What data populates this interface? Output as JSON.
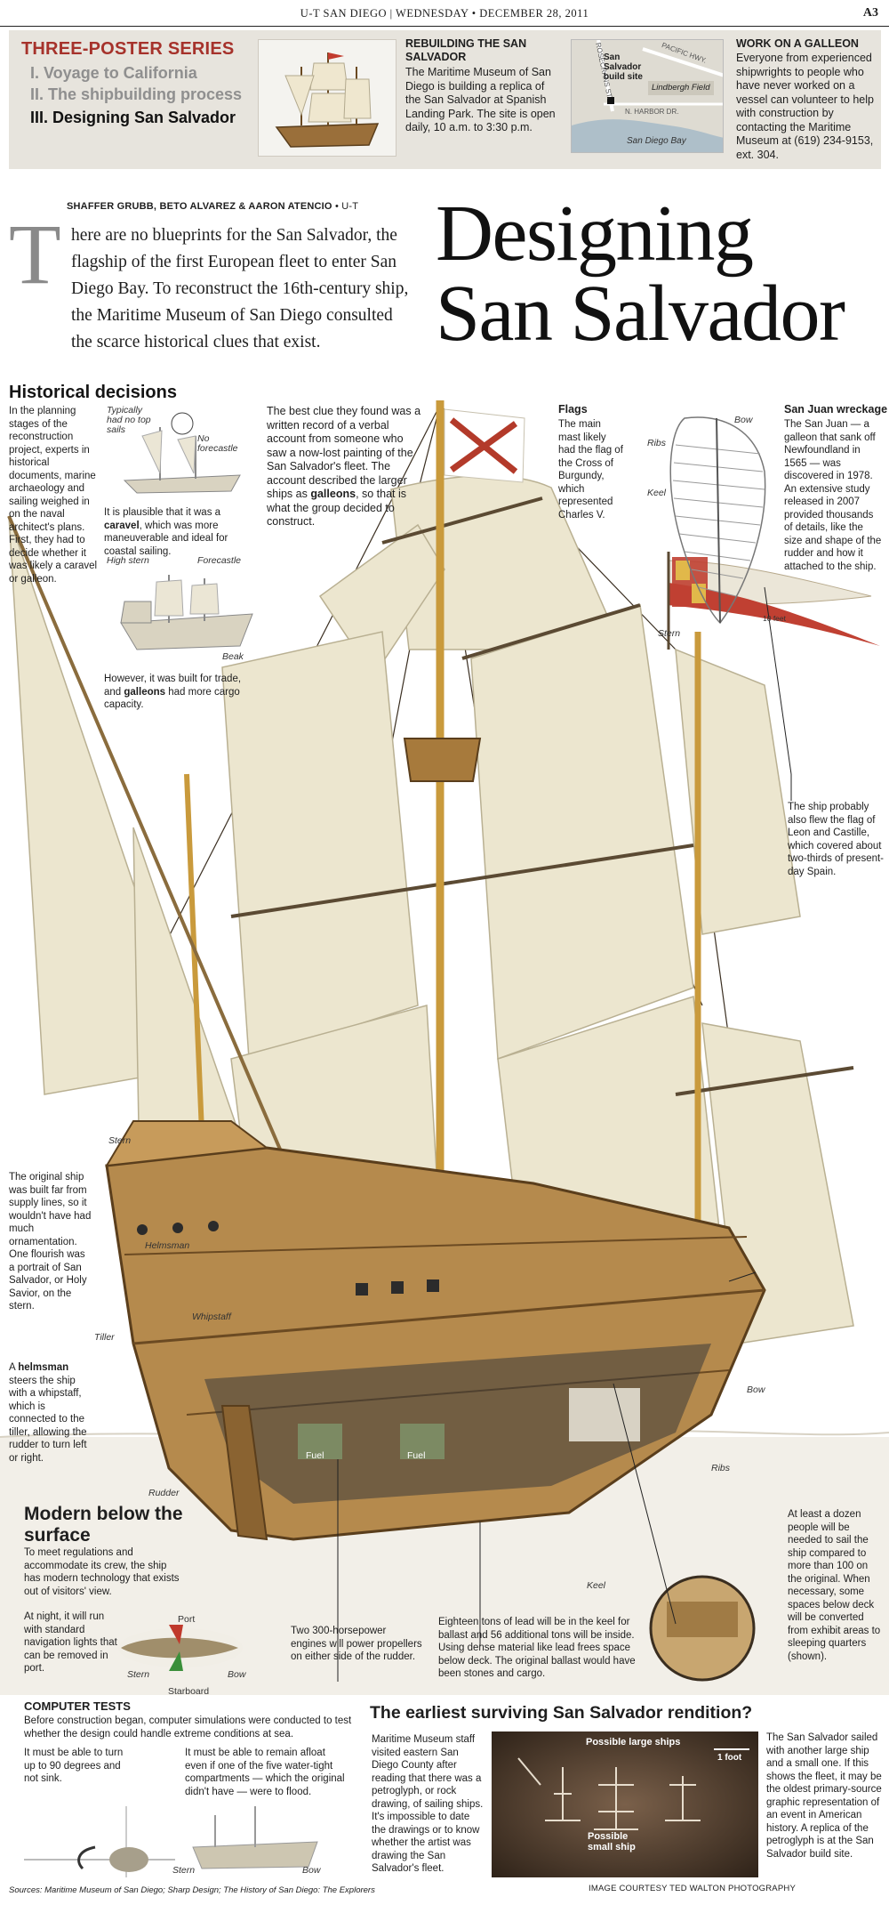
{
  "folio": {
    "center": "U-T SAN DIEGO  |  WEDNESDAY • DECEMBER 28, 2011",
    "page": "A3"
  },
  "banner": {
    "series_title": "THREE-POSTER SERIES",
    "items": [
      "I. Voyage to California",
      "II. The shipbuilding process",
      "III. Designing San Salvador"
    ],
    "rebuild_head": "REBUILDING THE SAN SALVADOR",
    "rebuild_body": "The Maritime Museum of San Diego is building a replica of the San Salvador at Spanish Landing Park. The site is open daily, 10 a.m. to 3:30 p.m.",
    "map": {
      "site": "San Salvador build site",
      "road1": "ROSECRANS ST.",
      "road2": "PACIFIC HWY.",
      "field": "Lindbergh Field",
      "harbor": "N. HARBOR DR.",
      "bay": "San Diego Bay"
    },
    "galleon_head": "WORK ON A GALLEON",
    "galleon_body": "Everyone from experienced shipwrights to people who have never worked on a vessel can volunteer to help with construction by contacting the Maritime Museum at (619) 234-9153, ext. 304."
  },
  "article": {
    "byline": "SHAFFER GRUBB, BETO ALVAREZ & AARON ATENCIO",
    "byline_org": "• U-T",
    "dropcap": "T",
    "lead": "here are no blueprints for the San Salvador, the flagship of the first European fleet to enter San Diego Bay. To reconstruct the 16th-century ship, the Maritime Museum of San Diego consulted the scarce historical clues that exist.",
    "title_line1": "Designing",
    "title_line2": "San Salvador"
  },
  "history": {
    "head": "Historical decisions",
    "intro": "In the planning stages of the reconstruction project, experts in historical documents, marine archaeology and sailing weighed in on the naval architect's plans. First, they had to decide whether it was likely a caravel or galleon.",
    "caravel_labels": [
      "Typically had no top sails",
      "No forecastle"
    ],
    "caravel_cap_pre": "It is plausible that it was a ",
    "caravel_word": "caravel",
    "caravel_cap_post": ", which was more maneuverable and ideal for coastal sailing.",
    "galleon_labels": [
      "High stern",
      "Forecastle",
      "Beak"
    ],
    "galleon_cap_pre": "However, it was built for trade, and ",
    "galleon_word": "galleons",
    "galleon_cap_post": " had more cargo capacity.",
    "verbal_pre": "The best clue they found was a written record of a verbal account from someone who saw a now-lost painting of the San Salvador's fleet. The account described the larger ships as ",
    "verbal_word": "galleons",
    "verbal_post": ", so that is what the group decided to construct."
  },
  "flags": {
    "head": "Flags",
    "body": "The main mast likely had the flag of the Cross of Burgundy, which represented Charles V.",
    "leon": "The ship probably also flew the flag of Leon and Castille, which covered about two-thirds of present-day Spain."
  },
  "sanjuan": {
    "head": "San Juan wreckage",
    "body": "The San Juan — a galleon that sank off Newfoundland in 1565 — was discovered in 1978. An extensive study released in 2007 provided thousands of details, like the size and shape of the rudder and how it attached to the ship.",
    "labels": [
      "Bow",
      "Ribs",
      "Keel",
      "Stern",
      "10 feet"
    ]
  },
  "ship": {
    "labels": [
      "Stern",
      "Helmsman",
      "Whipstaff",
      "Tiller",
      "Rudder",
      "Fuel",
      "Fuel",
      "Keel",
      "Ribs",
      "Bow"
    ],
    "stern_cap": "The original ship was built far from supply lines, so it wouldn't have had much ornamentation. One flourish was a portrait of San Salvador, or Holy Savior, on the stern.",
    "helms_word": "helmsman",
    "helms_pre": "A ",
    "helms_post": " steers the ship with a whipstaff, which is connected to the tiller, allowing the rudder to turn left or right."
  },
  "modern": {
    "head": "Modern below the surface",
    "body": "To meet regulations and accommodate its crew, the ship has modern technology that exists out of visitors' view.",
    "nav": "At night, it will run with standard navigation lights that can be removed in port.",
    "nav_labels": [
      "Port",
      "Stern",
      "Bow",
      "Starboard"
    ],
    "engine": "Two 300-horsepower engines will power propellers on either side of the rudder.",
    "lead": "Eighteen tons of lead will be in the keel for ballast and 56 additional tons will be inside. Using dense material like lead frees space below deck. The original ballast would have been stones and cargo.",
    "dozen": "At least a dozen people will be needed to sail the ship compared to more than 100 on the original. When necessary, some spaces below deck will be converted from exhibit areas to sleeping quarters (shown)."
  },
  "tests": {
    "head": "COMPUTER TESTS",
    "body": "Before construction began, computer simulations were conducted to test whether the design could handle extreme conditions at sea.",
    "a": "It must be able to turn up to 90 degrees and not sink.",
    "b": "It must be able to remain afloat even if one of the five water-tight compartments — which the original didn't have — were to flood.",
    "labels": [
      "Stern",
      "Bow"
    ]
  },
  "earliest": {
    "head": "The earliest surviving San Salvador rendition?",
    "body": "Maritime Museum staff visited eastern San Diego County after reading that there was a petroglyph, or rock drawing, of sailing ships. It's impossible to date the drawings or to know whether the artist was drawing the San Salvador's fleet.",
    "labels": [
      "Possible large ships",
      "1 foot",
      "Possible small ship"
    ],
    "side": "The San Salvador sailed with another large ship and a small one. If this shows the fleet, it may be the oldest primary-source graphic representation of an event in American history. A replica of the petroglyph is at the San Salvador build site.",
    "credit": "IMAGE COURTESY TED WALTON PHOTOGRAPHY"
  },
  "sources": "Sources: Maritime Museum of San Diego; Sharp Design; The History of San Diego: The Explorers",
  "colors": {
    "accent": "#a6322b",
    "banner": "#e7e4dd",
    "sail": "#ece6cf",
    "hull": "#b58a4d"
  }
}
